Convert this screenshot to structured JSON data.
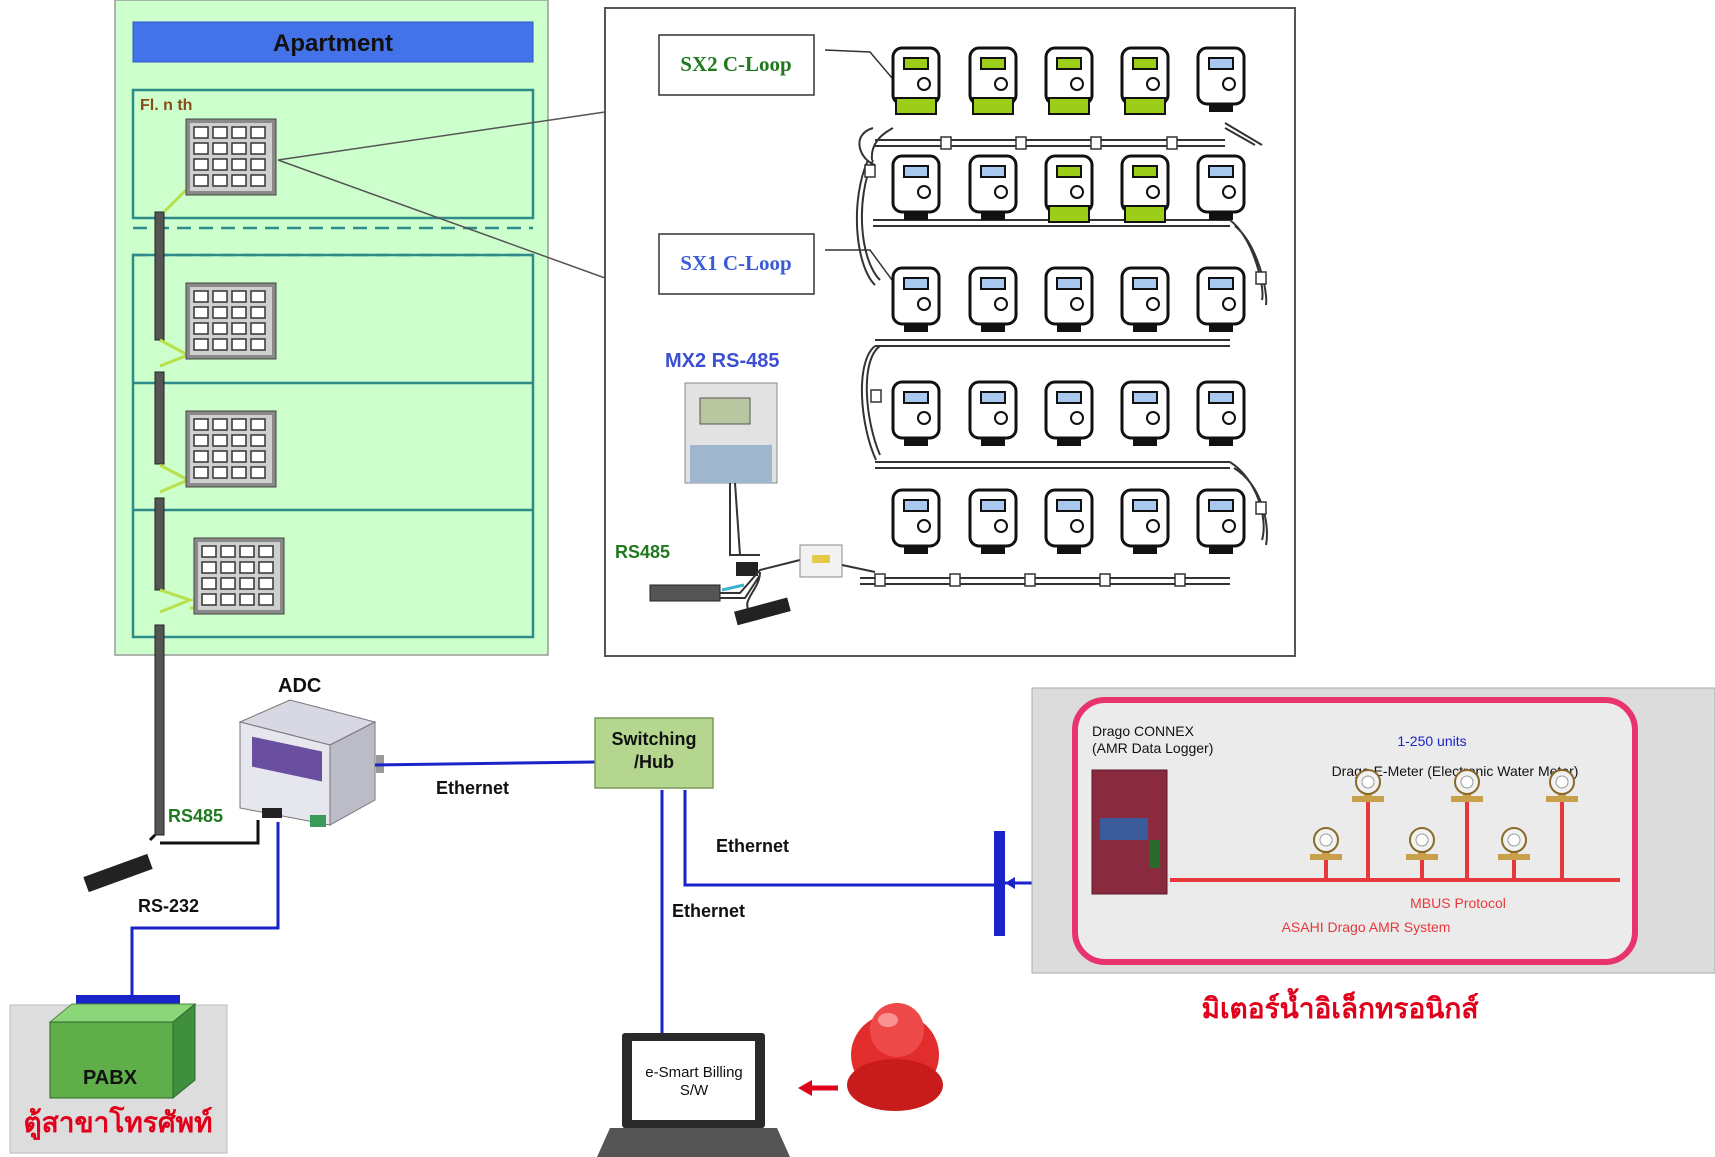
{
  "apartment": {
    "title": "Apartment",
    "floor_label": "Fl. n th"
  },
  "loop_labels": {
    "sx2": "SX2 C-Loop",
    "sx1": "SX1 C-Loop",
    "mx2": "MX2 RS-485",
    "rs485_inset": "RS485"
  },
  "adc": {
    "title": "ADC",
    "rs485": "RS485",
    "rs232": "RS-232"
  },
  "switch": {
    "line1": "Switching",
    "line2": "/Hub"
  },
  "ethernet_labels": [
    "Ethernet",
    "Ethernet",
    "Ethernet"
  ],
  "pabx": {
    "label": "PABX",
    "thai_caption": "ตู้สาขาโทรศัพท์"
  },
  "billing": {
    "line1": "e-Smart Billing",
    "line2": "S/W"
  },
  "drago": {
    "connex_line1": "Drago CONNEX",
    "connex_line2": "(AMR Data Logger)",
    "units": "1-250 units",
    "emeter": "Drago E-Meter (Electronic Water Meter)",
    "mbus": "MBUS Protocol",
    "system": "ASAHI Drago AMR System",
    "thai_caption": "มิเตอร์น้ำอิเล็กทรอนิกส์"
  },
  "colors": {
    "apartment_bg": "#ccffcc",
    "apartment_header": "#4472e8",
    "floor_border": "#2f8a8a",
    "green_label": "#1f7a1f",
    "blue_label": "#3b5bd6",
    "ethernet_line": "#1a23c8",
    "thai_red": "#e0001b",
    "drago_border": "#e8336d",
    "meter_green": "#9bcd19"
  },
  "icons": [
    "keypad-panel-icon",
    "water-meter-icon",
    "adc-device-icon",
    "switch-hub-icon",
    "laptop-icon",
    "user-icon",
    "pabx-box-icon",
    "data-logger-icon"
  ]
}
